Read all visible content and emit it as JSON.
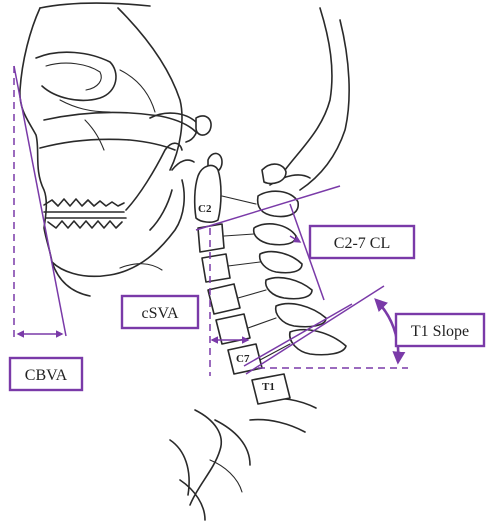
{
  "labels": {
    "cbva": "CBVA",
    "csva": "cSVA",
    "c2_7_cl": "C2-7 CL",
    "t1_slope": "T1 Slope"
  },
  "vertebra_labels": {
    "c2": "C2",
    "c7": "C7",
    "t1": "T1"
  },
  "colors": {
    "accent": "#7a3aa8",
    "outline": "#2a2a2a"
  }
}
